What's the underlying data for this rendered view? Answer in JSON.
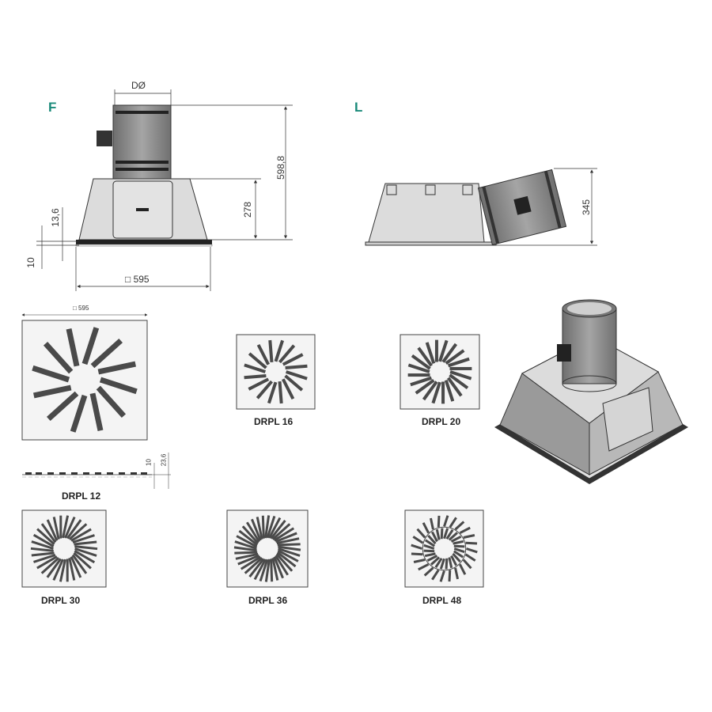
{
  "views": {
    "front_label": "F",
    "side_label": "L"
  },
  "dimensions": {
    "duct_diameter": "DØ",
    "total_height": "598,8",
    "hood_height": "278",
    "plate_offset": "13,6",
    "plate_thickness": "10",
    "plate_width": "□ 595",
    "side_height": "345",
    "face_width": "□ 595",
    "drpl12_thickness": "10",
    "drpl12_total": "23,6"
  },
  "models": [
    {
      "label": "DRPL 12",
      "slots": 12
    },
    {
      "label": "DRPL 16",
      "slots": 16
    },
    {
      "label": "DRPL 20",
      "slots": 20
    },
    {
      "label": "DRPL 30",
      "slots": 30
    },
    {
      "label": "DRPL 36",
      "slots": 36
    },
    {
      "label": "DRPL 48",
      "slots": 48
    }
  ],
  "colors": {
    "accent": "#1a8a7a",
    "metal": "#d9d9d9",
    "duct": "#8a8a8a"
  }
}
